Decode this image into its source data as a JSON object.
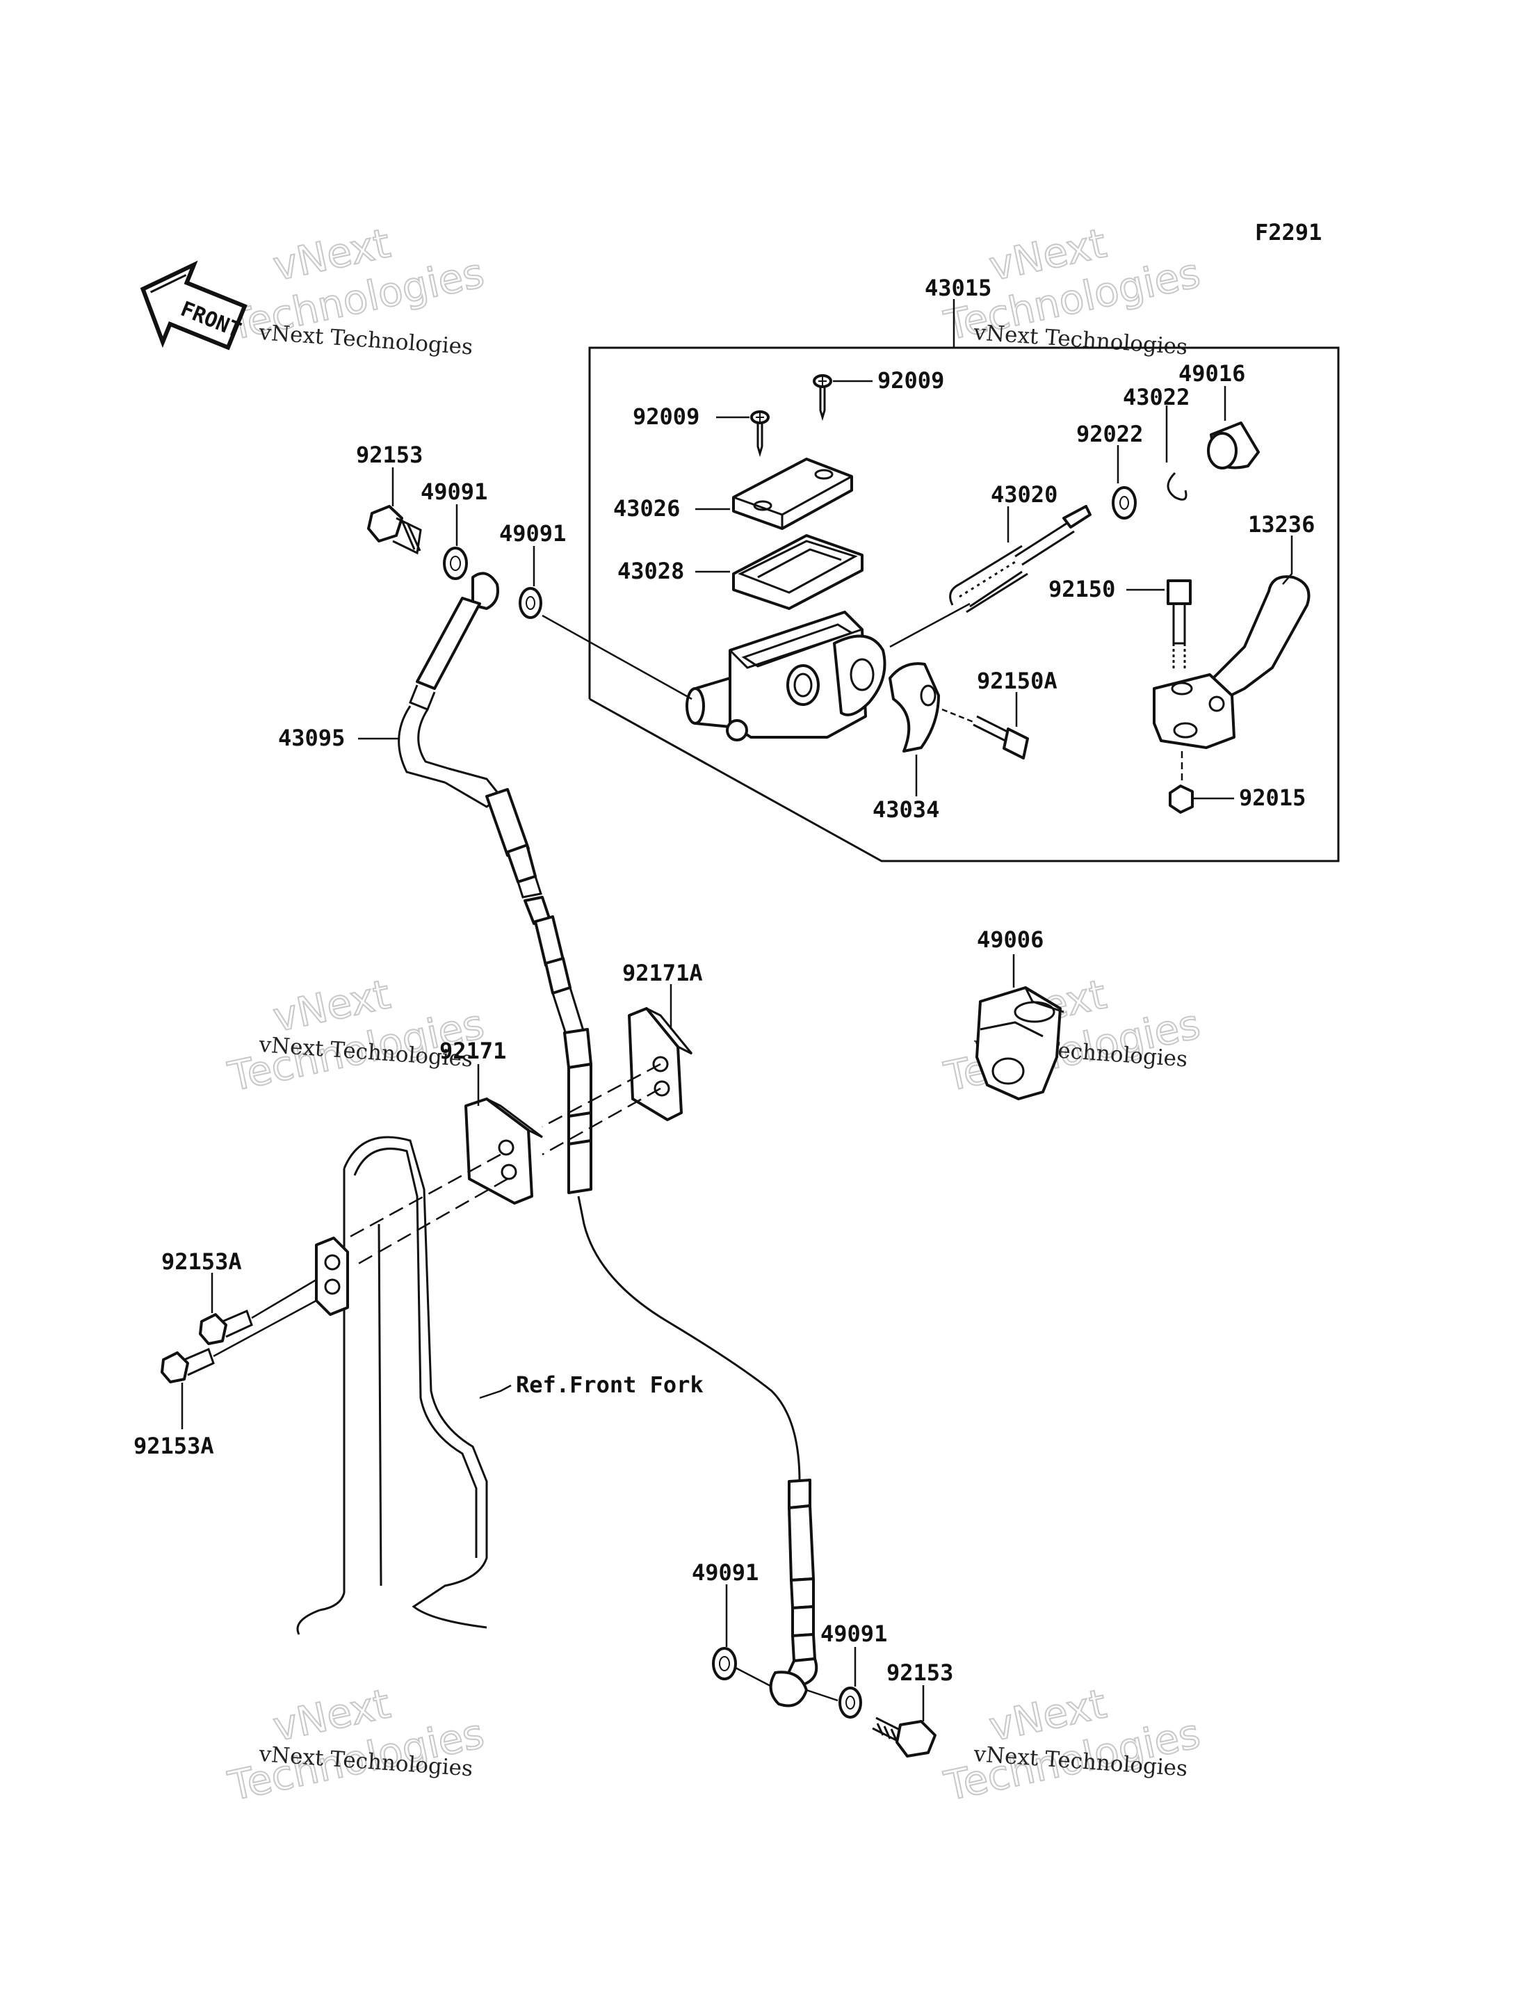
{
  "figure_code": "F2291",
  "front_marker": "FRONT",
  "reference_label": "Ref.Front Fork",
  "watermark": {
    "line1": "vNext Technologies",
    "line2": "vNext",
    "line3": "Technologies"
  },
  "parts": {
    "p43015": "43015",
    "p49016": "49016",
    "p43022": "43022",
    "p92009_top": "92009",
    "p92009_left": "92009",
    "p92022": "92022",
    "p43026": "43026",
    "p43020": "43020",
    "p13236": "13236",
    "p43028": "43028",
    "p92150": "92150",
    "p92150A": "92150A",
    "p43034": "43034",
    "p92015": "92015",
    "p92153_top": "92153",
    "p49091_top_a": "49091",
    "p49091_top_b": "49091",
    "p43095": "43095",
    "p49006": "49006",
    "p92171A": "92171A",
    "p92171": "92171",
    "p92153A_top": "92153A",
    "p92153A_bottom": "92153A",
    "p49091_bot_a": "49091",
    "p49091_bot_b": "49091",
    "p92153_bottom": "92153"
  }
}
